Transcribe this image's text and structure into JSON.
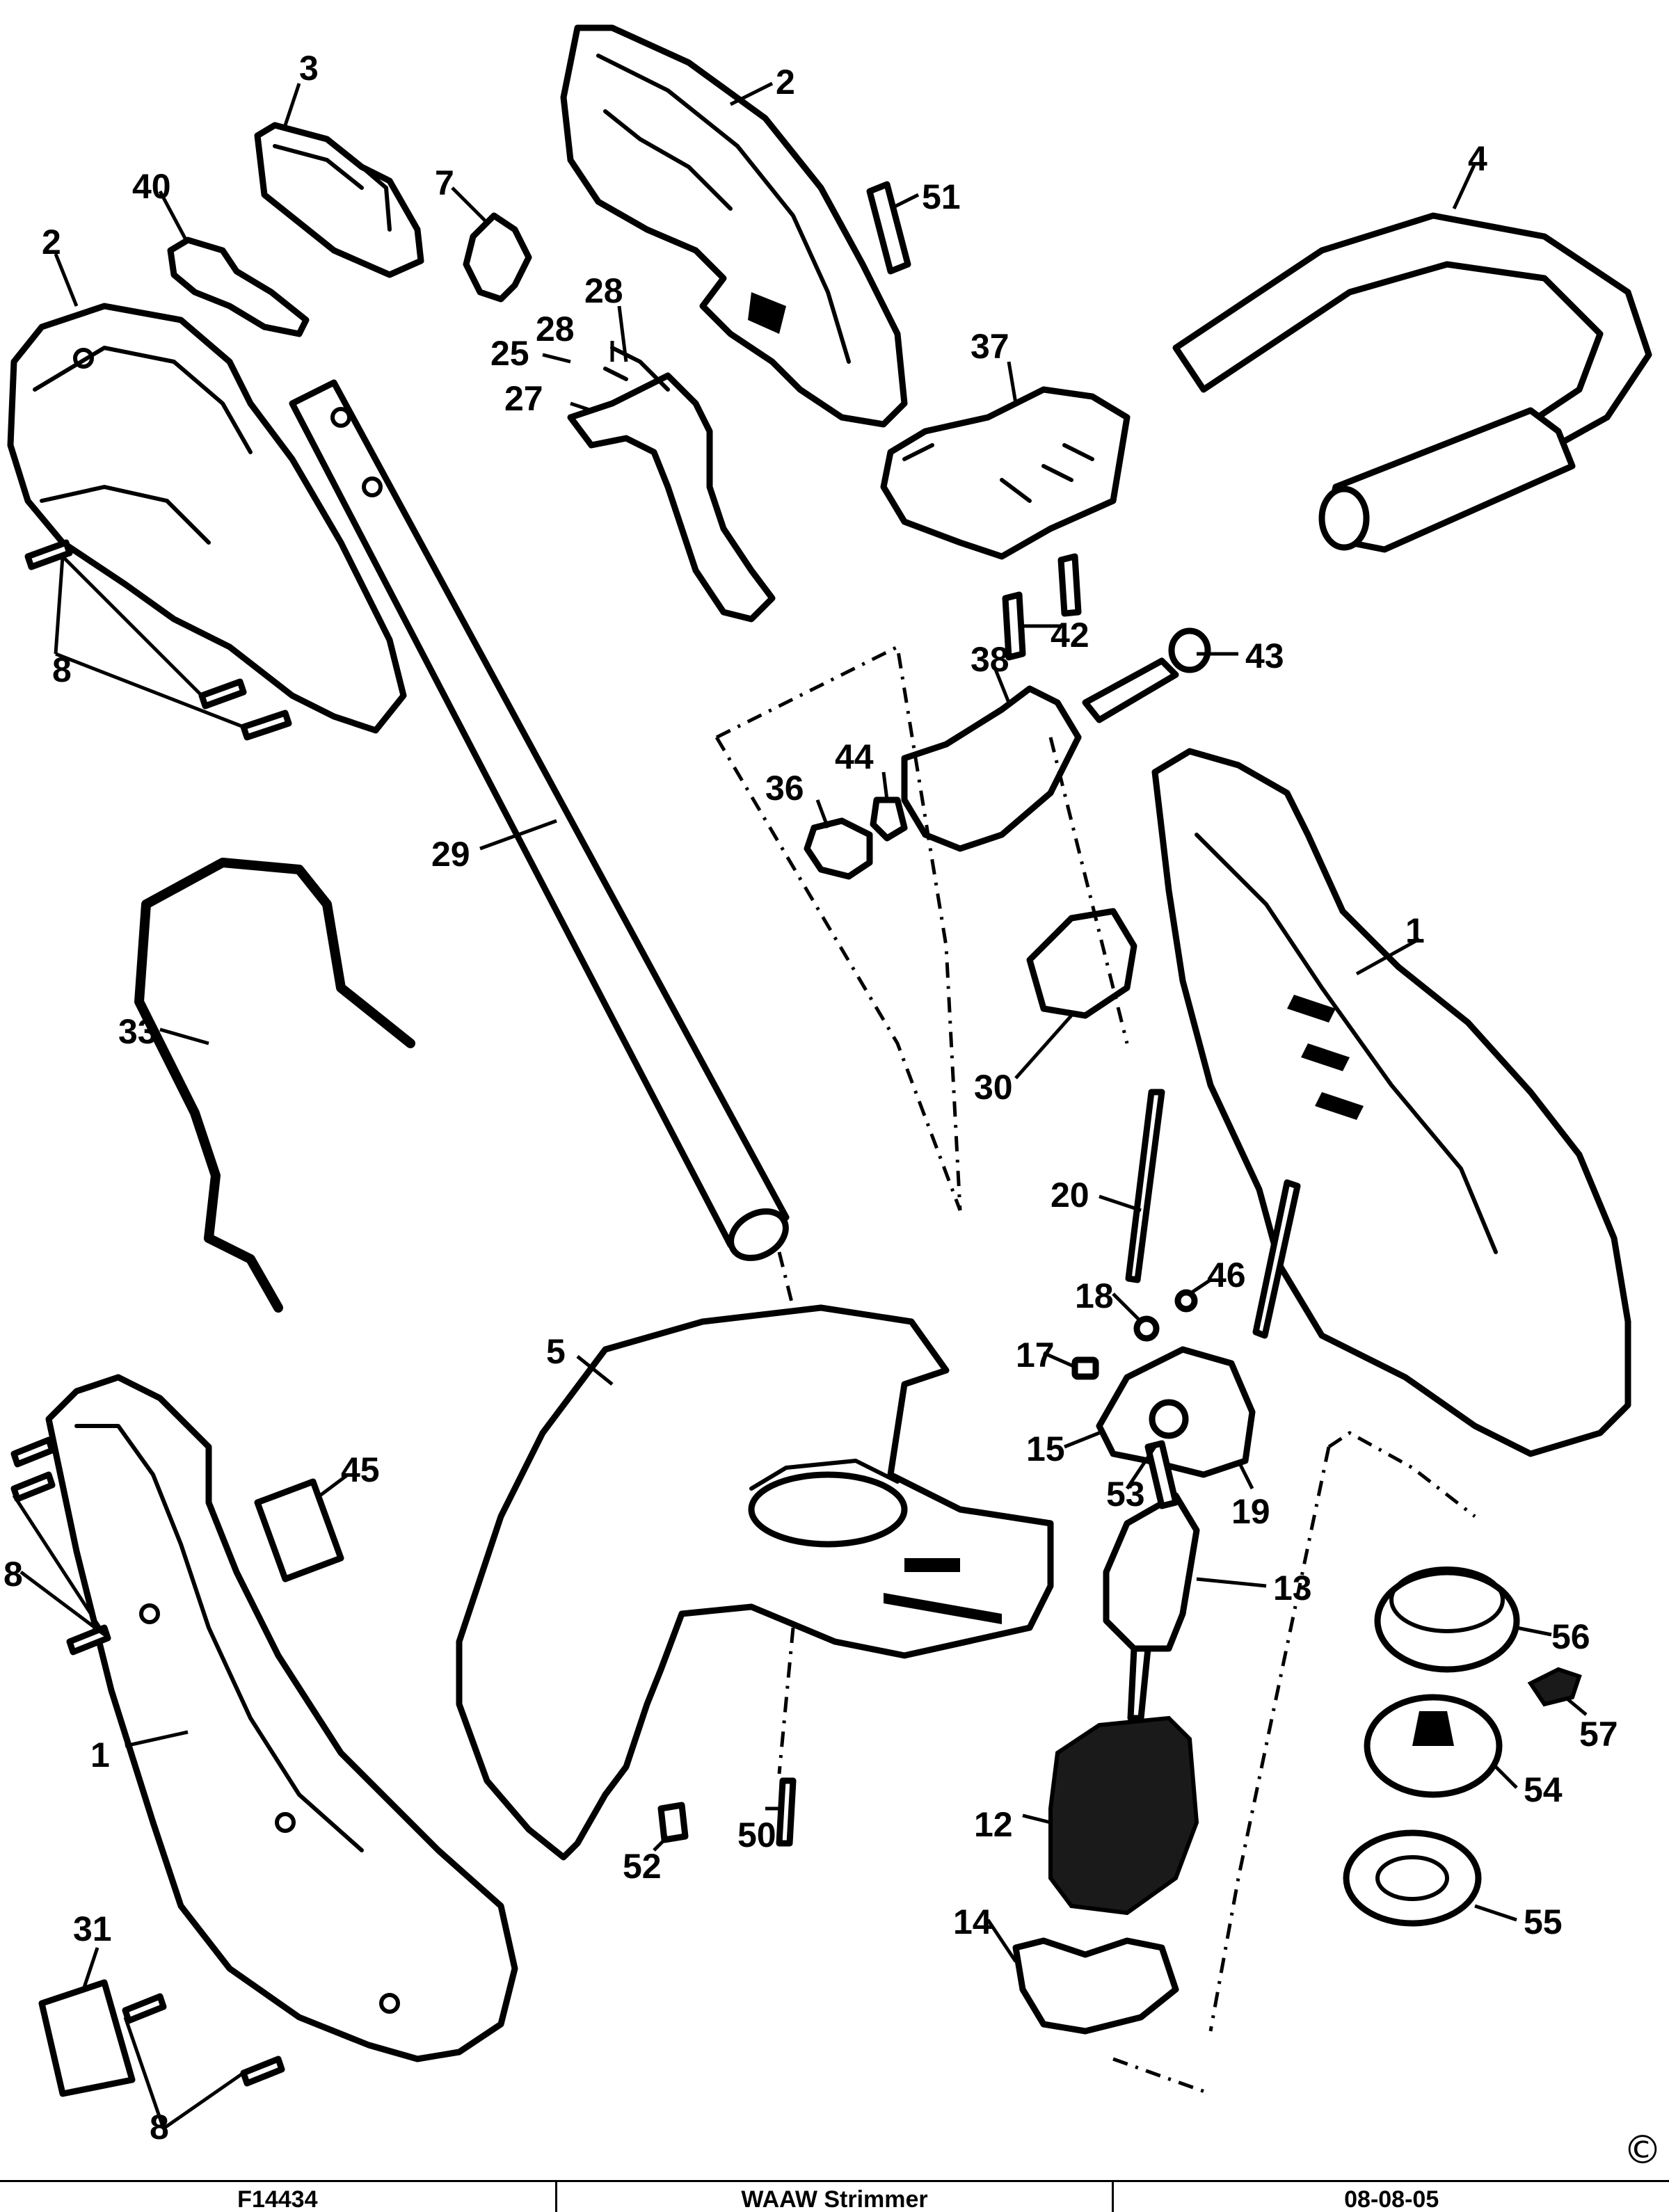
{
  "diagram": {
    "type": "exploded parts diagram",
    "callouts": [
      "3",
      "2",
      "40",
      "7",
      "51",
      "4",
      "2",
      "28",
      "25",
      "28",
      "27",
      "37",
      "8",
      "42",
      "43",
      "38",
      "44",
      "36",
      "29",
      "33",
      "1",
      "30",
      "20",
      "18",
      "46",
      "17",
      "5",
      "15",
      "53",
      "19",
      "45",
      "8",
      "13",
      "56",
      "1",
      "57",
      "54",
      "50",
      "12",
      "55",
      "52",
      "14",
      "31",
      "8"
    ],
    "copyright_symbol": "©"
  },
  "title_block": {
    "model": "F14434",
    "description": "WAAW Strimmer",
    "date": "08-08-05"
  }
}
